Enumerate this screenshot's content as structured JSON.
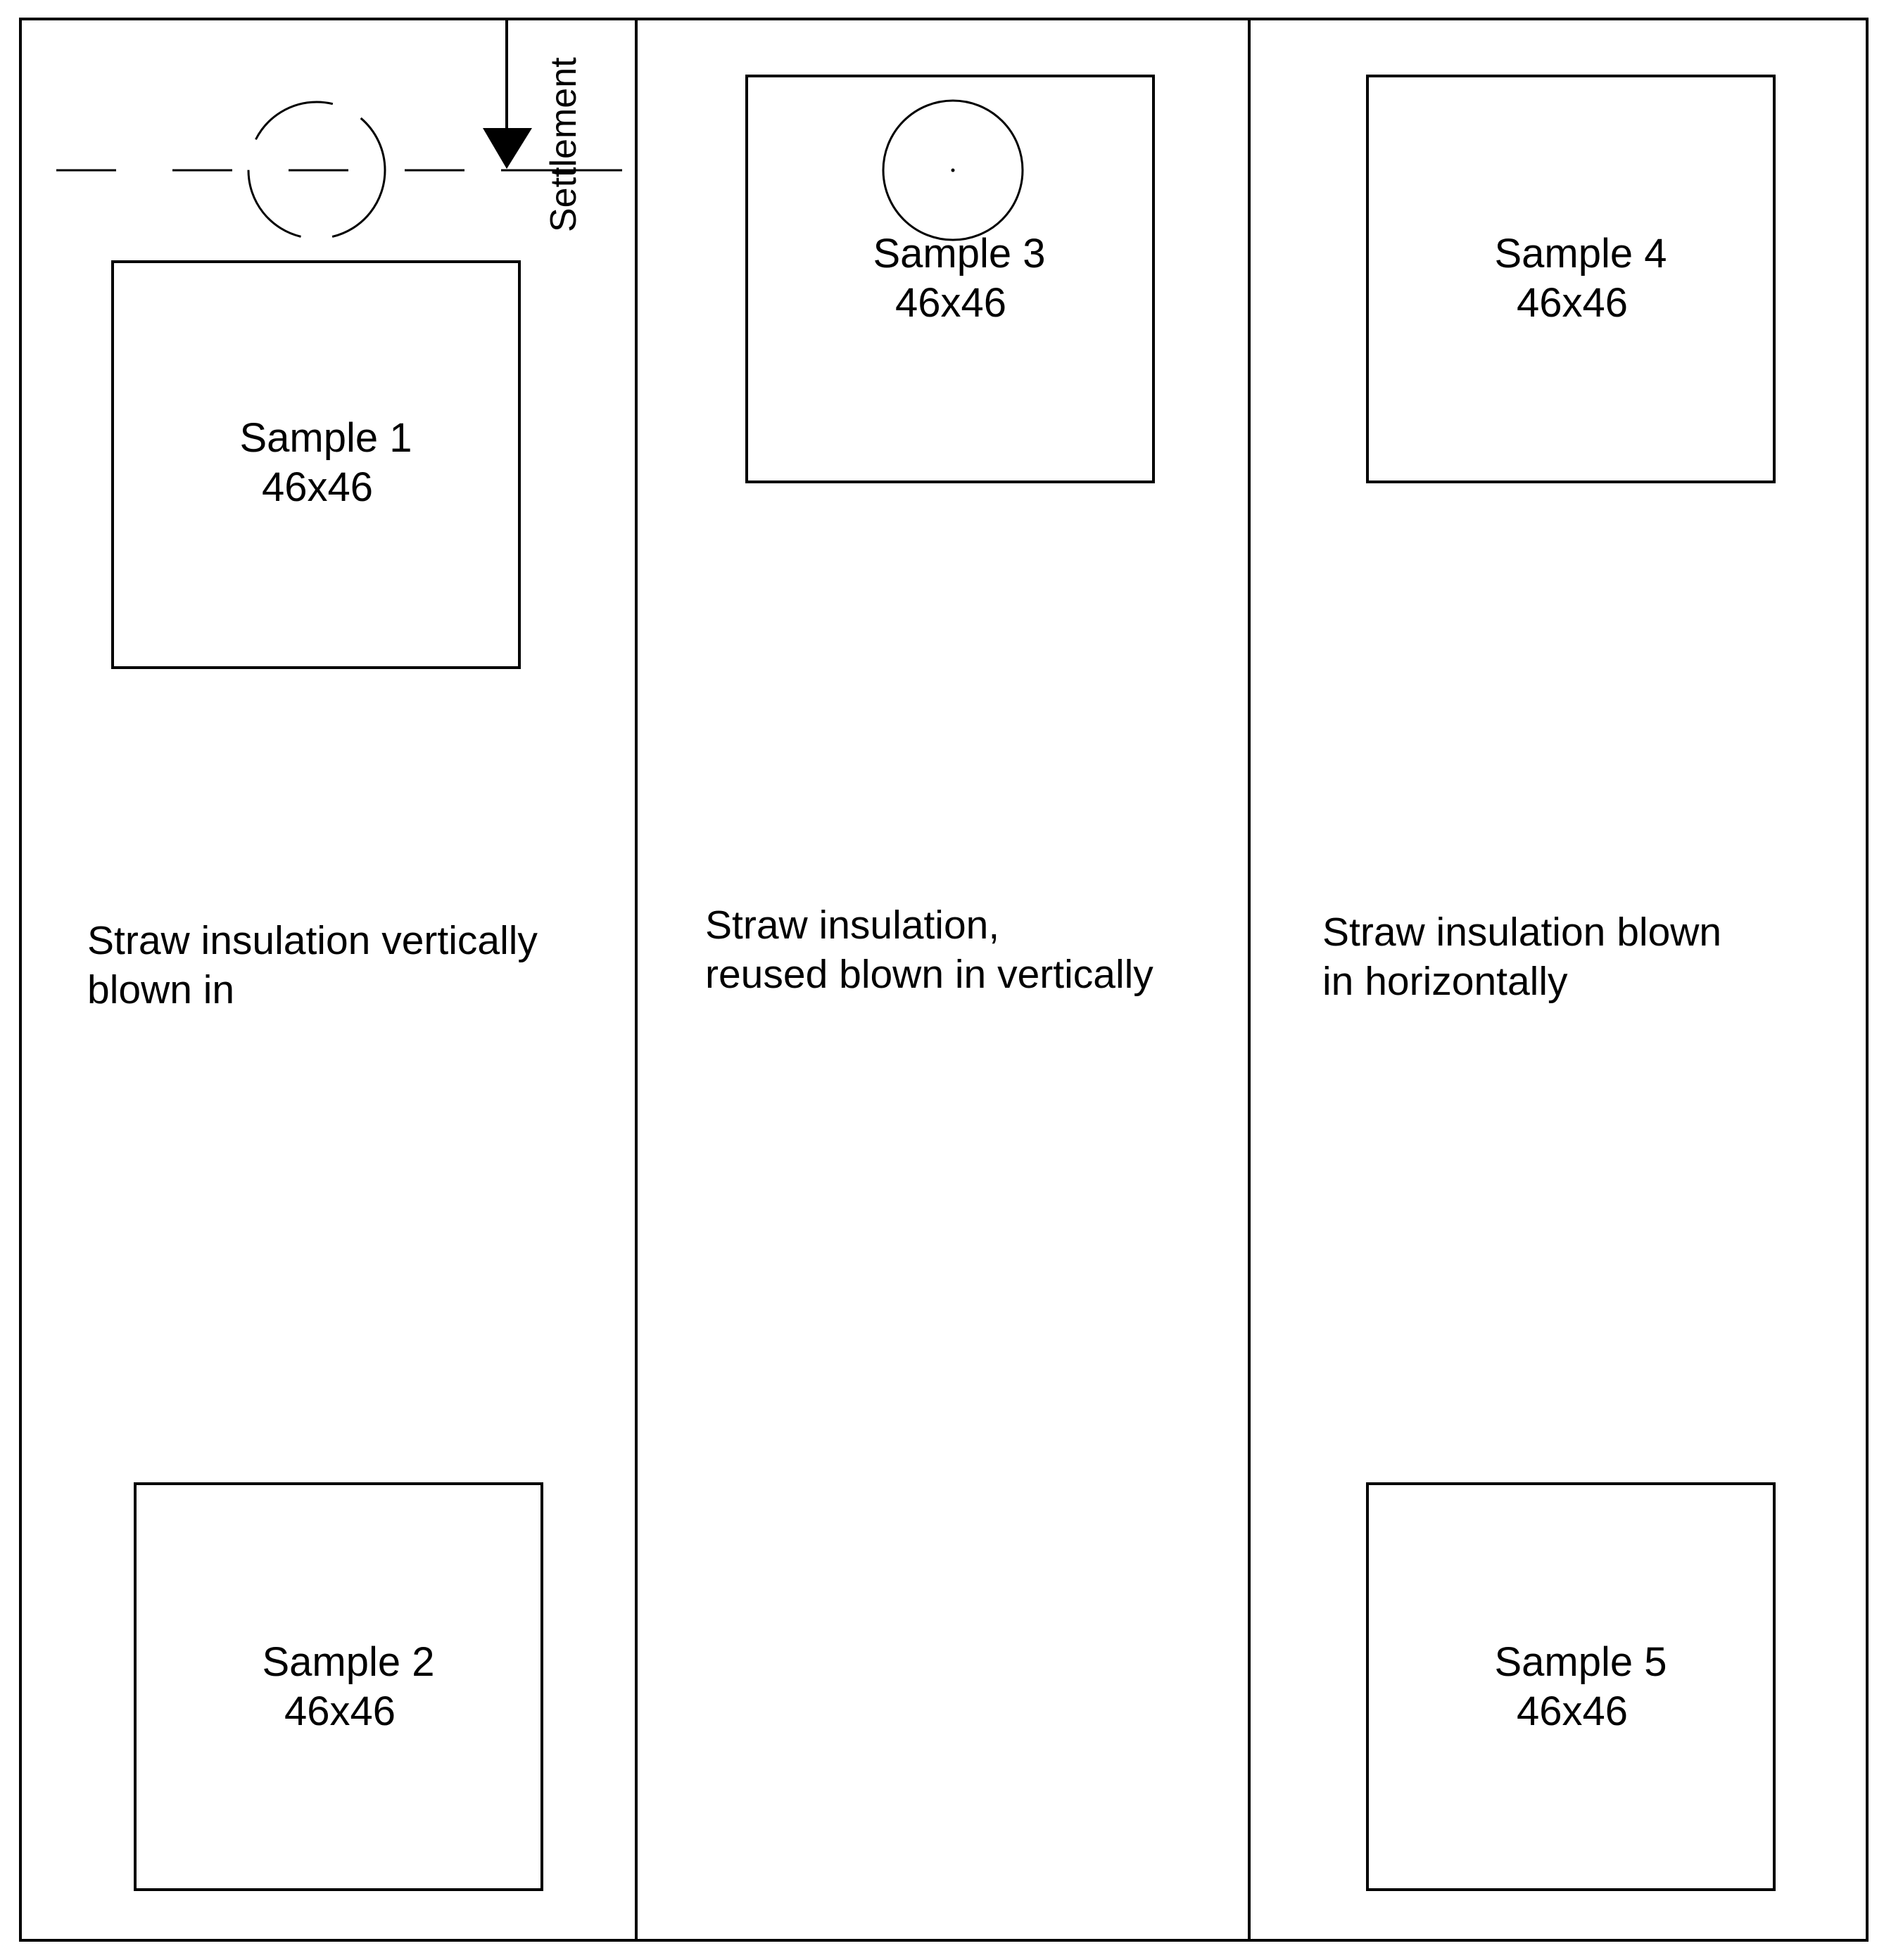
{
  "colors": {
    "line": "#000000",
    "background": "#ffffff"
  },
  "panels": [
    {
      "description": "Straw insulation vertically",
      "description_line2": "blown in"
    },
    {
      "description": "Straw insulation,",
      "description_line2": "reused blown in vertically"
    },
    {
      "description": "Straw insulation blown",
      "description_line2": "in horizontally"
    }
  ],
  "samples": [
    {
      "name": "Sample 1",
      "size": "46x46"
    },
    {
      "name": "Sample 2",
      "size": "46x46"
    },
    {
      "name": "Sample 3",
      "size": "46x46"
    },
    {
      "name": "Sample 4",
      "size": "46x46"
    },
    {
      "name": "Sample 5",
      "size": "46x46"
    }
  ],
  "settlement": {
    "label": "Settlement"
  }
}
